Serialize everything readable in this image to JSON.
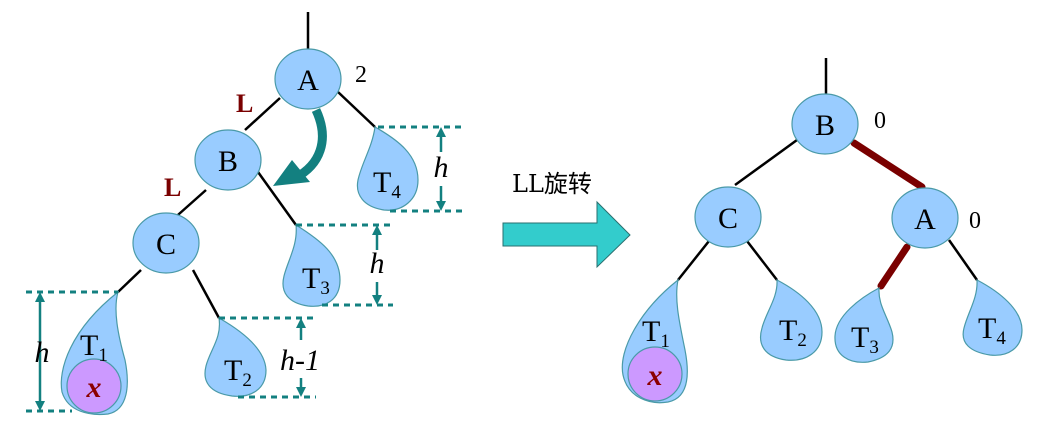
{
  "diagram": {
    "title": "AVL LL rotation",
    "operation_label": "LL旋转",
    "colors": {
      "node_fill": "#99ccff",
      "subtree_fill": "#99ccff",
      "inserted_fill": "#cc99ff",
      "accent_teal": "#138080",
      "arrow_fill": "#33cccc",
      "highlight_edge": "#7a0000",
      "direction_label": "#7a0000"
    },
    "before": {
      "nodes": [
        {
          "id": "A",
          "label": "A",
          "balance": "2"
        },
        {
          "id": "B",
          "label": "B"
        },
        {
          "id": "C",
          "label": "C"
        }
      ],
      "direction_labels": [
        "L",
        "L"
      ],
      "subtrees": [
        {
          "id": "T1",
          "label": "T",
          "sub": "1",
          "inserted": "x"
        },
        {
          "id": "T2",
          "label": "T",
          "sub": "2"
        },
        {
          "id": "T3",
          "label": "T",
          "sub": "3"
        },
        {
          "id": "T4",
          "label": "T",
          "sub": "4"
        }
      ],
      "heights": {
        "T1": "h",
        "T2": "h-1",
        "T3": "h",
        "T4": "h"
      }
    },
    "after": {
      "nodes": [
        {
          "id": "B",
          "label": "B",
          "balance": "0"
        },
        {
          "id": "C",
          "label": "C"
        },
        {
          "id": "A",
          "label": "A",
          "balance": "0"
        }
      ],
      "subtrees": [
        {
          "id": "T1",
          "label": "T",
          "sub": "1",
          "inserted": "x"
        },
        {
          "id": "T2",
          "label": "T",
          "sub": "2"
        },
        {
          "id": "T3",
          "label": "T",
          "sub": "3"
        },
        {
          "id": "T4",
          "label": "T",
          "sub": "4"
        }
      ]
    }
  }
}
